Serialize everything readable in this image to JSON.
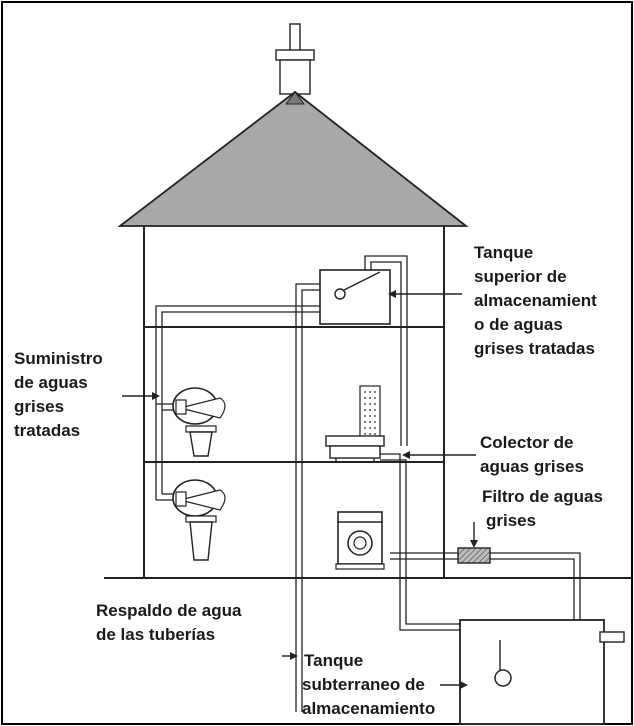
{
  "labels": {
    "upper_tank": [
      "Tanque",
      "superior de",
      "almacenamient",
      "o de aguas",
      "grises tratadas"
    ],
    "supply": [
      "Suministro",
      "de aguas",
      "grises",
      "tratadas"
    ],
    "collector": [
      "Colector de",
      "aguas grises"
    ],
    "filter": [
      "Filtro de aguas",
      "grises"
    ],
    "backup": [
      "Respaldo de agua",
      "de las tuberías"
    ],
    "underground_tank": [
      "Tanque",
      "subterraneo de",
      "almacenamiento"
    ]
  },
  "colors": {
    "line": "#222222",
    "roof_fill": "#a8a8a8",
    "filter_fill": "#8a8a8a",
    "background": "#ffffff"
  }
}
